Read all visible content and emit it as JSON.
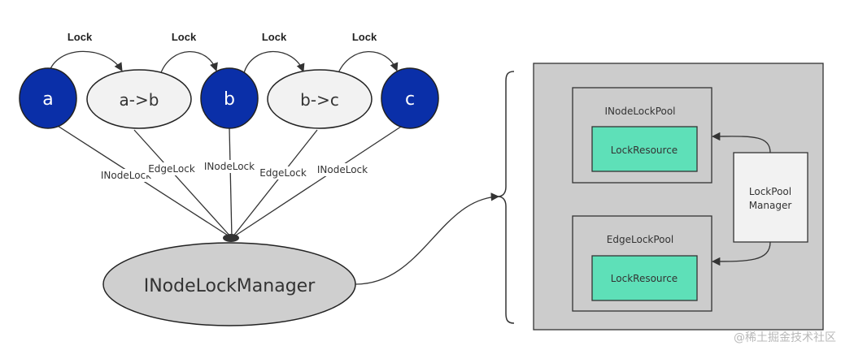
{
  "nodes": {
    "a": "a",
    "a_to_b": "a->b",
    "b": "b",
    "b_to_c": "b->c",
    "c": "c"
  },
  "lock_labels": [
    "Lock",
    "Lock",
    "Lock",
    "Lock"
  ],
  "edge_labels": {
    "inode_a": "INodeLock",
    "edge_ab": "EdgeLock",
    "inode_b": "INodeLock",
    "edge_bc": "EdgeLock",
    "inode_c": "INodeLock"
  },
  "manager": "INodeLockManager",
  "pool_panel": {
    "inode_pool": "INodeLockPool",
    "inode_resource": "LockResource",
    "edge_pool": "EdgeLockPool",
    "edge_resource": "LockResource",
    "lockpool_manager_line1": "LockPool",
    "lockpool_manager_line2": "Manager"
  },
  "watermark": "@稀土掘金技术社区",
  "colors": {
    "inode_fill": "#0a2fa8",
    "edge_node_fill": "#f2f2f2",
    "manager_fill": "#cfcfcf",
    "panel_fill": "#cccccc",
    "resource_fill": "#5ee0b8"
  }
}
